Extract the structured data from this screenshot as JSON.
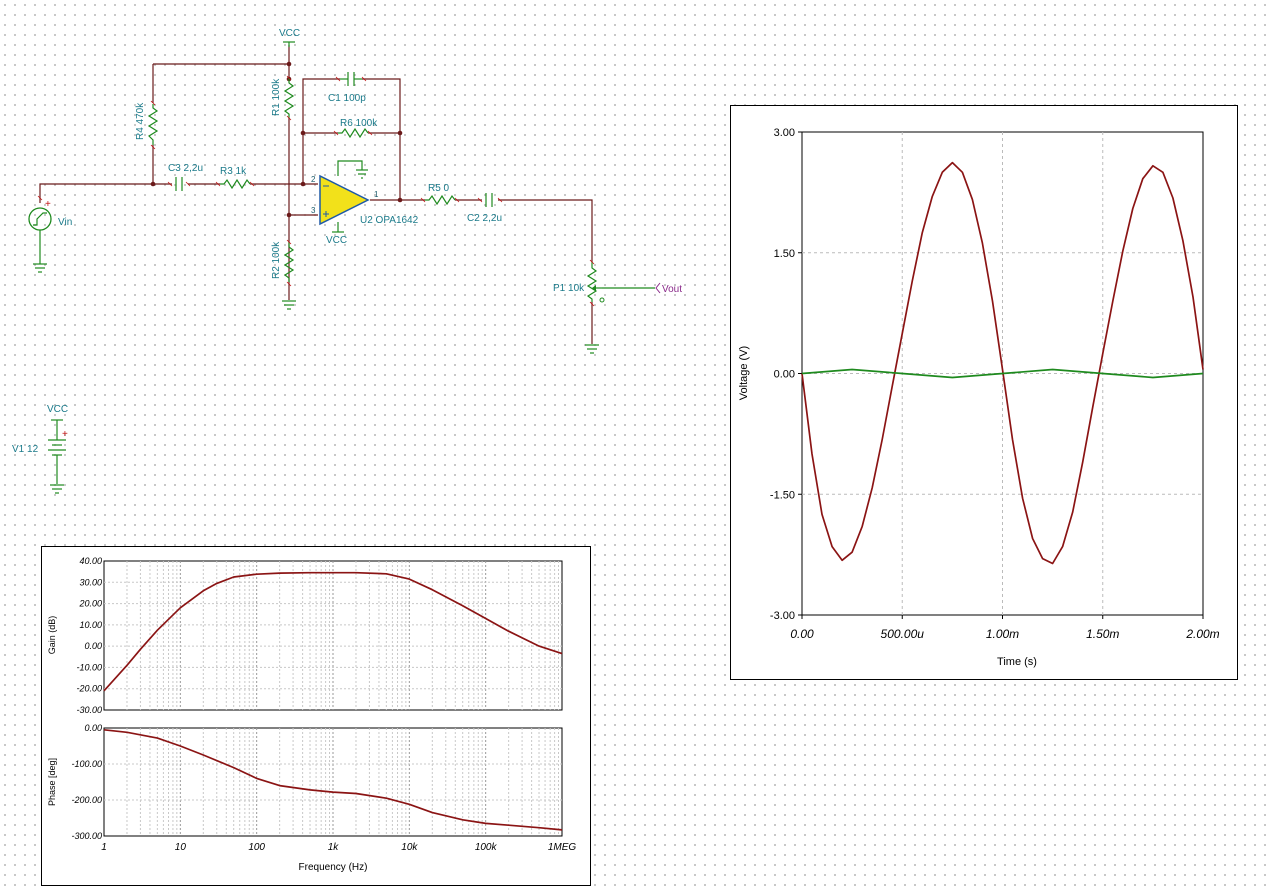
{
  "schematic": {
    "labels": {
      "vcc_top": "VCC",
      "c1": "C1 100p",
      "r6": "R6 100k",
      "r1": "R1 100k",
      "r4": "R4 470k",
      "c3": "C3 2,2u",
      "r3": "R3 1k",
      "vin": "Vin",
      "opamp": "U2 OPA1642",
      "vcc_opamp": "VCC",
      "r5": "R5 0",
      "c2": "C2 2,2u",
      "r2": "R2 100k",
      "p1": "P1 10k",
      "vout": "Vout",
      "vcc_v1": "VCC",
      "v1": "V1 12",
      "pin1": "1",
      "pin2": "2",
      "pin3": "3",
      "plus_v1": "+",
      "plus_vin": "+"
    }
  },
  "chart_data": [
    {
      "type": "line",
      "title": "",
      "xlabel": "Time (s)",
      "ylabel": "Voltage (V)",
      "xlim": [
        0,
        0.002
      ],
      "ylim": [
        -3,
        3
      ],
      "x_tick_labels": [
        "0.00",
        "500.00u",
        "1.00m",
        "1.50m",
        "2.00m"
      ],
      "y_tick_labels": [
        "3.00",
        "1.50",
        "0.00",
        "-1.50",
        "-3.00"
      ],
      "grid": true,
      "series": [
        {
          "color": "#8b1414",
          "x": [
            0,
            5e-05,
            0.0001,
            0.00015,
            0.0002,
            0.00025,
            0.0003,
            0.00035,
            0.0004,
            0.00045,
            0.0005,
            0.00055,
            0.0006,
            0.00065,
            0.0007,
            0.00075,
            0.0008,
            0.00085,
            0.0009,
            0.00095,
            0.001,
            0.00105,
            0.0011,
            0.00115,
            0.0012,
            0.00125,
            0.0013,
            0.00135,
            0.0014,
            0.00145,
            0.0015,
            0.00155,
            0.0016,
            0.00165,
            0.0017,
            0.00175,
            0.0018,
            0.00185,
            0.0019,
            0.00195,
            0.002
          ],
          "values": [
            0,
            -1.0,
            -1.75,
            -2.15,
            -2.32,
            -2.22,
            -1.9,
            -1.42,
            -0.82,
            -0.16,
            0.5,
            1.15,
            1.75,
            2.2,
            2.5,
            2.62,
            2.5,
            2.16,
            1.62,
            0.9,
            0.05,
            -0.82,
            -1.55,
            -2.05,
            -2.3,
            -2.36,
            -2.15,
            -1.72,
            -1.1,
            -0.42,
            0.25,
            0.9,
            1.52,
            2.05,
            2.42,
            2.58,
            2.5,
            2.18,
            1.65,
            0.95,
            0.05
          ]
        },
        {
          "color": "#1e8a1e",
          "x": [
            0,
            0.00025,
            0.0005,
            0.00075,
            0.001,
            0.00125,
            0.0015,
            0.00175,
            0.002
          ],
          "values": [
            0,
            0.05,
            0,
            -0.05,
            0,
            0.05,
            0,
            -0.05,
            0
          ]
        }
      ]
    },
    {
      "type": "line",
      "title": "",
      "xlabel": "Frequency (Hz)",
      "ylabel": "Gain (dB)",
      "xscale": "log",
      "xlim": [
        1,
        1000000
      ],
      "ylim": [
        -30,
        40
      ],
      "x_tick_labels": [
        "1",
        "10",
        "100",
        "1k",
        "10k",
        "100k",
        "1MEG"
      ],
      "y_tick_labels": [
        "40.00",
        "30.00",
        "20.00",
        "10.00",
        "0.00",
        "-10.00",
        "-20.00",
        "-30.00"
      ],
      "grid": true,
      "series": [
        {
          "color": "#8b1414",
          "x": [
            1,
            2,
            3,
            5,
            10,
            20,
            30,
            50,
            100,
            200,
            500,
            1000,
            2000,
            5000,
            10000,
            20000,
            50000,
            100000,
            200000,
            500000,
            1000000
          ],
          "values": [
            -21,
            -9,
            -1.5,
            7.5,
            18,
            26,
            29.5,
            32.5,
            33.8,
            34.3,
            34.5,
            34.5,
            34.5,
            34,
            31.5,
            26.5,
            19,
            13,
            7,
            0,
            -3.5
          ]
        }
      ]
    },
    {
      "type": "line",
      "title": "",
      "xlabel": "Frequency (Hz)",
      "ylabel": "Phase [deg]",
      "xscale": "log",
      "xlim": [
        1,
        1000000
      ],
      "ylim": [
        -300,
        0
      ],
      "x_tick_labels": [
        "1",
        "10",
        "100",
        "1k",
        "10k",
        "100k",
        "1MEG"
      ],
      "y_tick_labels": [
        "0.00",
        "-100.00",
        "-200.00",
        "-300.00"
      ],
      "grid": true,
      "series": [
        {
          "color": "#8b1414",
          "x": [
            1,
            2,
            5,
            10,
            20,
            50,
            100,
            200,
            500,
            1000,
            2000,
            5000,
            10000,
            20000,
            50000,
            100000,
            200000,
            500000,
            1000000
          ],
          "values": [
            -5,
            -12,
            -28,
            -50,
            -75,
            -110,
            -140,
            -160,
            -172,
            -178,
            -182,
            -195,
            -212,
            -235,
            -255,
            -265,
            -270,
            -277,
            -283
          ]
        }
      ]
    }
  ]
}
